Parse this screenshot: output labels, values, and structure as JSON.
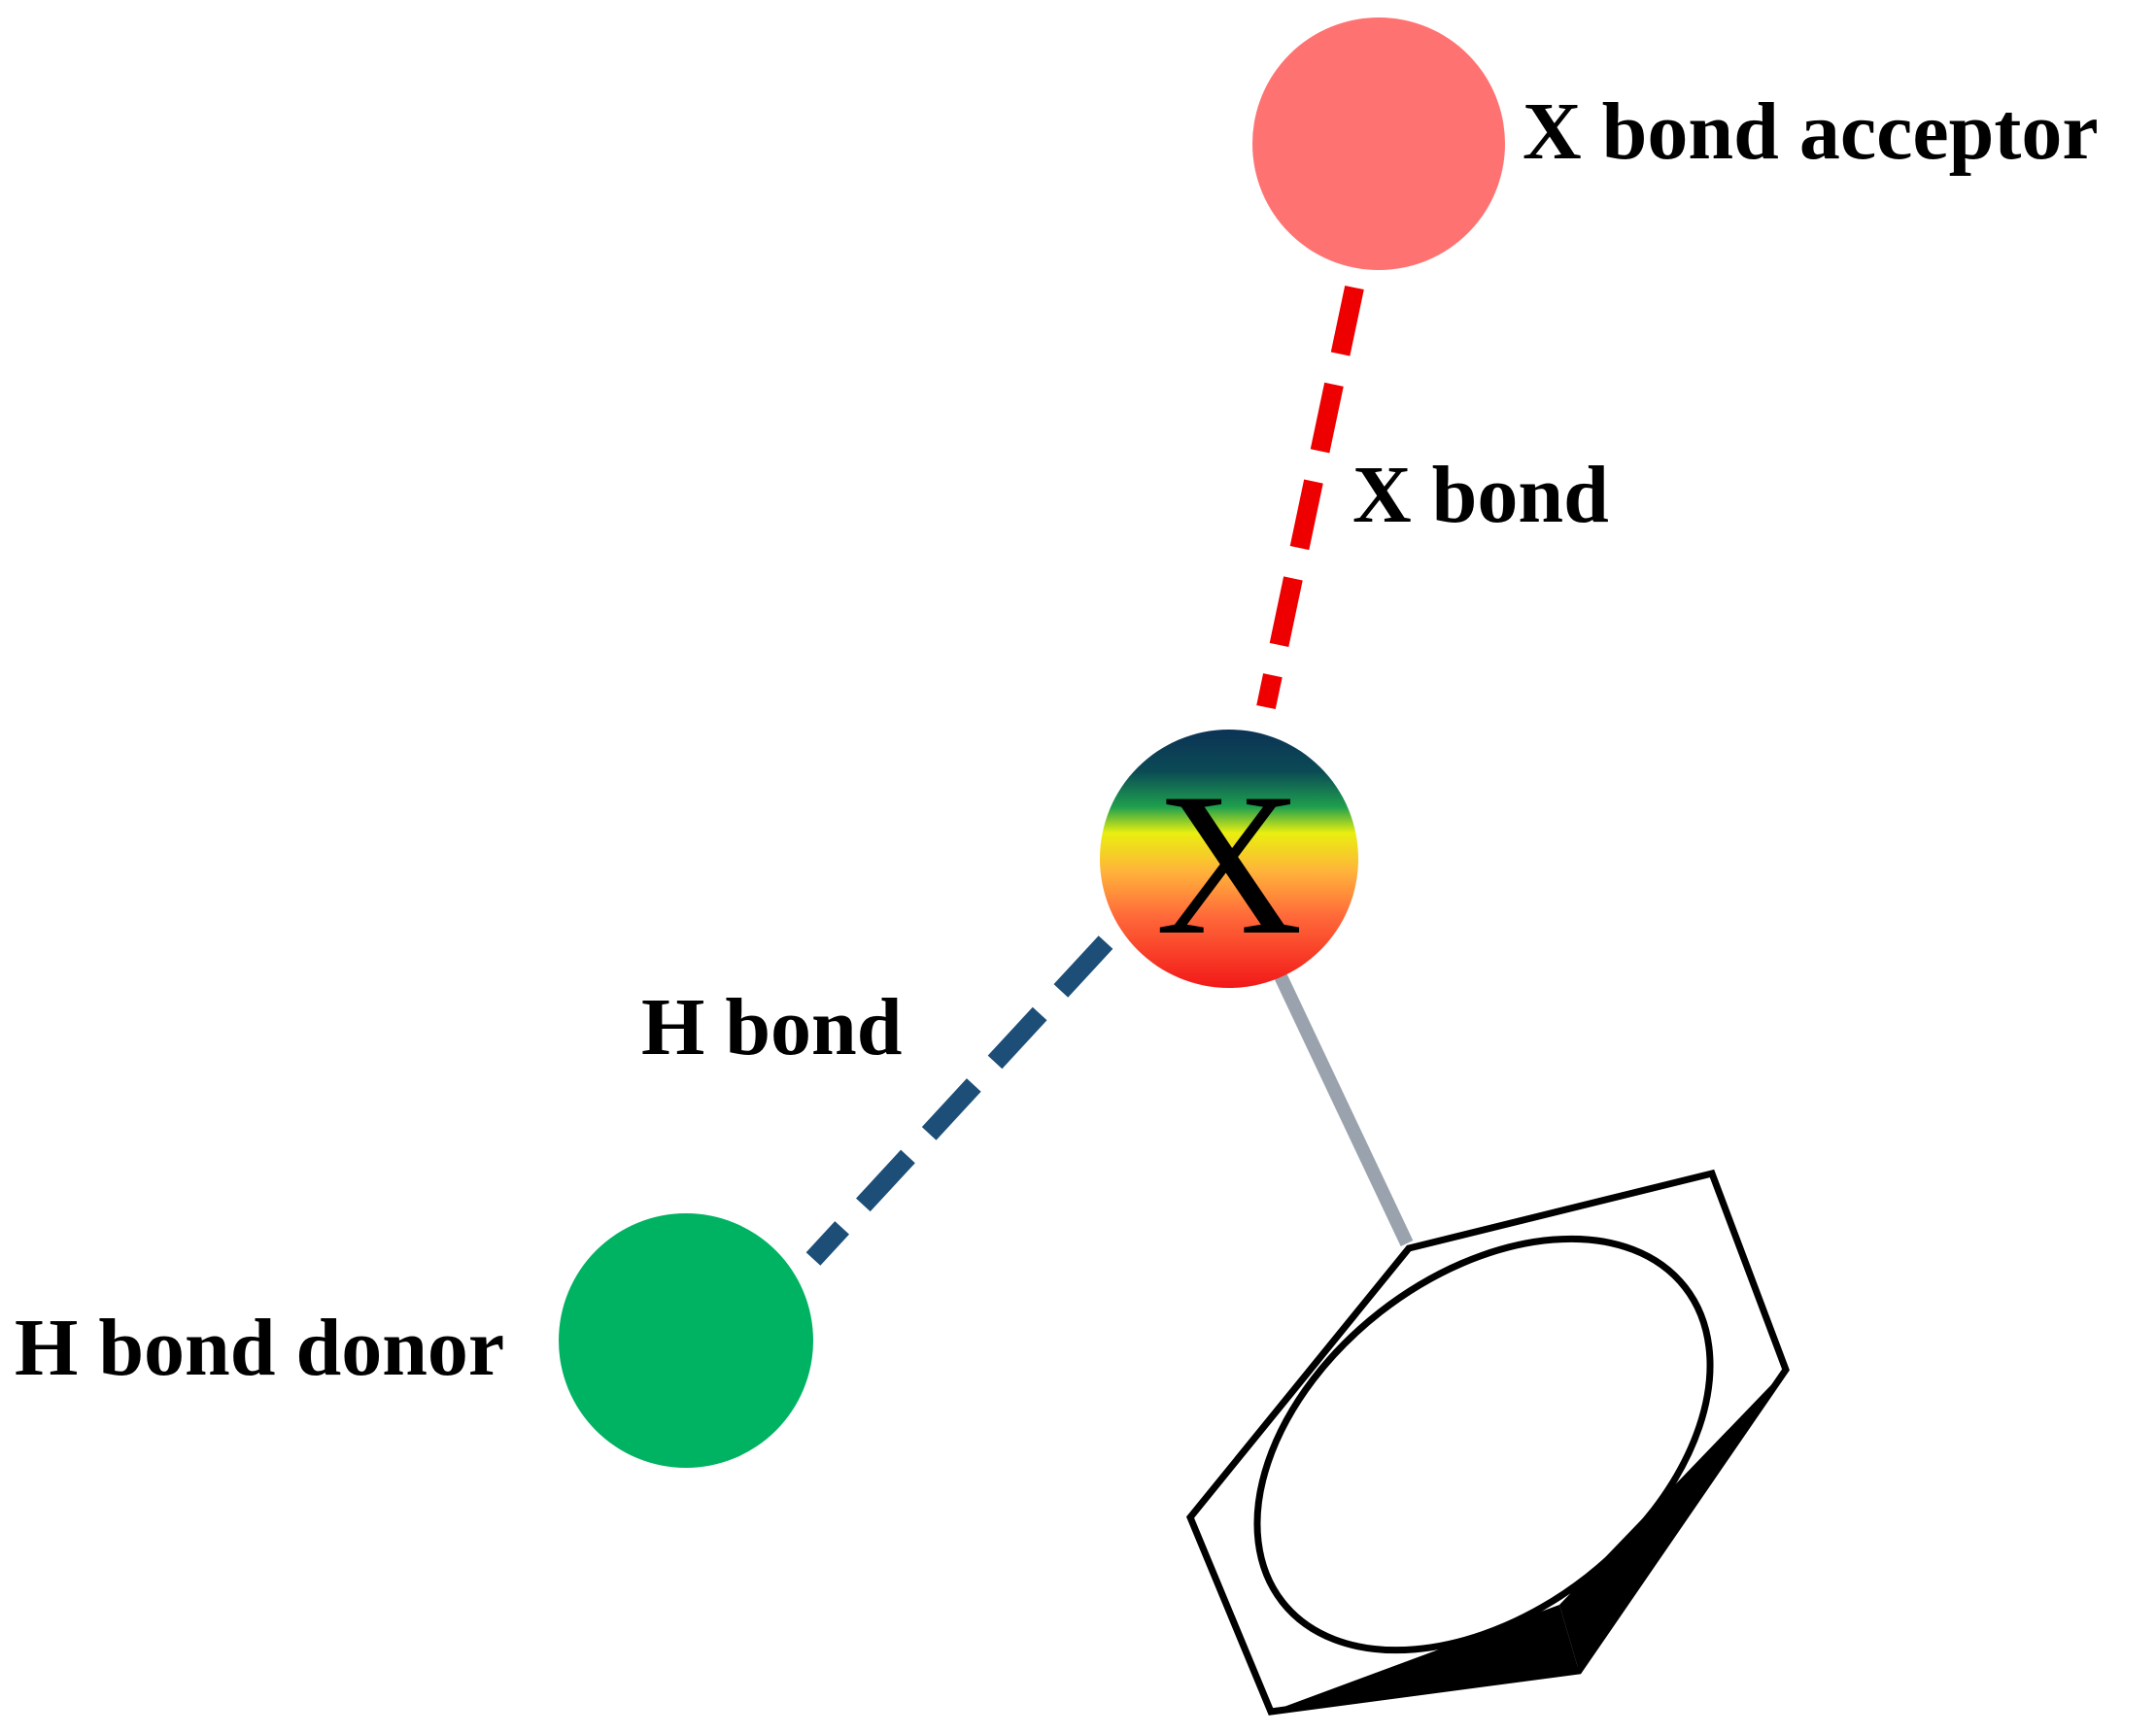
{
  "labels": {
    "acceptor": "X bond acceptor",
    "x_bond": "X bond",
    "halogen": "X",
    "h_bond": "H bond",
    "donor": "H bond donor"
  },
  "colors": {
    "acceptor": "#ff7272",
    "donor": "#00b362",
    "x_bond_line": "#ee0000",
    "h_bond_line": "#1c4e78",
    "covalent_bond": "#9aa3ad",
    "ring_stroke": "#000000",
    "halogen_gradient": [
      "#0c3355",
      "#0b4a55",
      "#1fa04e",
      "#e9ef10",
      "#ffb33a",
      "#ff6a3a",
      "#f21818"
    ]
  }
}
